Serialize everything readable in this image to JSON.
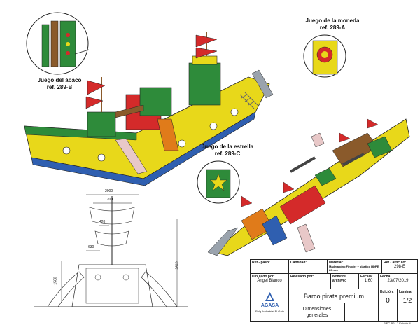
{
  "callouts": {
    "abacus": {
      "title": "Juego del ábaco",
      "ref": "ref. 289-B"
    },
    "coin": {
      "title": "Juego de la moneda",
      "ref": "ref. 289-A"
    },
    "star": {
      "title": "Juego de la estrella",
      "ref": "ref. 289-C"
    }
  },
  "dimensions": {
    "d2000": "2000",
    "d1200": "1200",
    "d420": "420",
    "d630": "630",
    "d1500": "1500",
    "d2640": "2640"
  },
  "title_block": {
    "ref_paso_label": "Ref.- paso:",
    "cantidad_label": "Cantidad:",
    "material_label": "Material:",
    "material_value": "Madera pino Finnder + plástico HDPE 20 mm",
    "ref_articulo_label": "Ref.- artículo:",
    "ref_articulo_value": "298-E",
    "dibujado_label": "Dibujado por:",
    "dibujado_value": "Ángel Blanco",
    "revisado_label": "Revisado por:",
    "nombre_label": "Nombre archivo:",
    "escala_label": "Escala:",
    "escala_value": "1:60",
    "fecha_label": "Fecha:",
    "fecha_value": "23/07/2019",
    "title": "Barco pirata premium",
    "subtitle_line1": "Dimensiones",
    "subtitle_line2": "generales",
    "edicion_label": "Edición:",
    "edicion_value": "0",
    "lamina_label": "Lámina:",
    "lamina_value": "1/2",
    "company": "AGASA",
    "company_addr": "Polg. Industrial El Gato",
    "footer_code": "P/FC-B01-7 Edición 4"
  },
  "colors": {
    "yellow": "#e8d81a",
    "green": "#2e8b3a",
    "red": "#d42a2a",
    "blue": "#2f5fb0",
    "brown": "#8a5a2b",
    "orange": "#e07b1a",
    "grey": "#9aa3ad"
  }
}
